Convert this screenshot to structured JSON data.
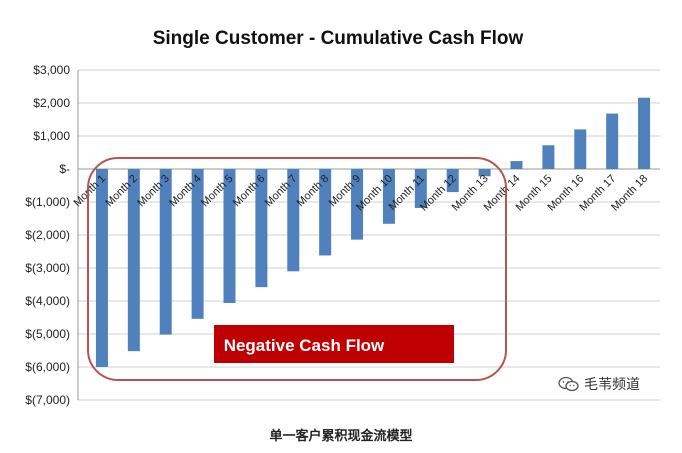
{
  "chart_data": {
    "type": "bar",
    "title": "Single Customer - Cumulative Cash Flow",
    "categories": [
      "Month 1",
      "Month 2",
      "Month 3",
      "Month 4",
      "Month 5",
      "Month 6",
      "Month 7",
      "Month 8",
      "Month 9",
      "Month 10",
      "Month 11",
      "Month 12",
      "Month 13",
      "Month 14",
      "Month 15",
      "Month 16",
      "Month 17",
      "Month 18"
    ],
    "values": [
      -6000,
      -5520,
      -5020,
      -4540,
      -4060,
      -3580,
      -3100,
      -2620,
      -2140,
      -1660,
      -1180,
      -700,
      -220,
      240,
      720,
      1200,
      1680,
      2160
    ],
    "yticks": [
      3000,
      2000,
      1000,
      0,
      -1000,
      -2000,
      -3000,
      -4000,
      -5000,
      -6000,
      -7000
    ],
    "ytick_labels": [
      "$3,000",
      "$2,000",
      "$1,000",
      "$-",
      "$(1,000)",
      "$(2,000)",
      "$(3,000)",
      "$(4,000)",
      "$(5,000)",
      "$(6,000)",
      "$(7,000)"
    ],
    "ylim": [
      -7000,
      3000
    ],
    "grid": true,
    "bar_color": "#4f81bd",
    "annotation": {
      "label": "Negative Cash Flow",
      "box_color": "#c00000",
      "outline_color": "#b85450",
      "text_color": "#ffffff"
    }
  },
  "caption": "单一客户累积现金流模型",
  "watermark": {
    "text": "毛苇频道",
    "icon": "wechat-icon"
  }
}
